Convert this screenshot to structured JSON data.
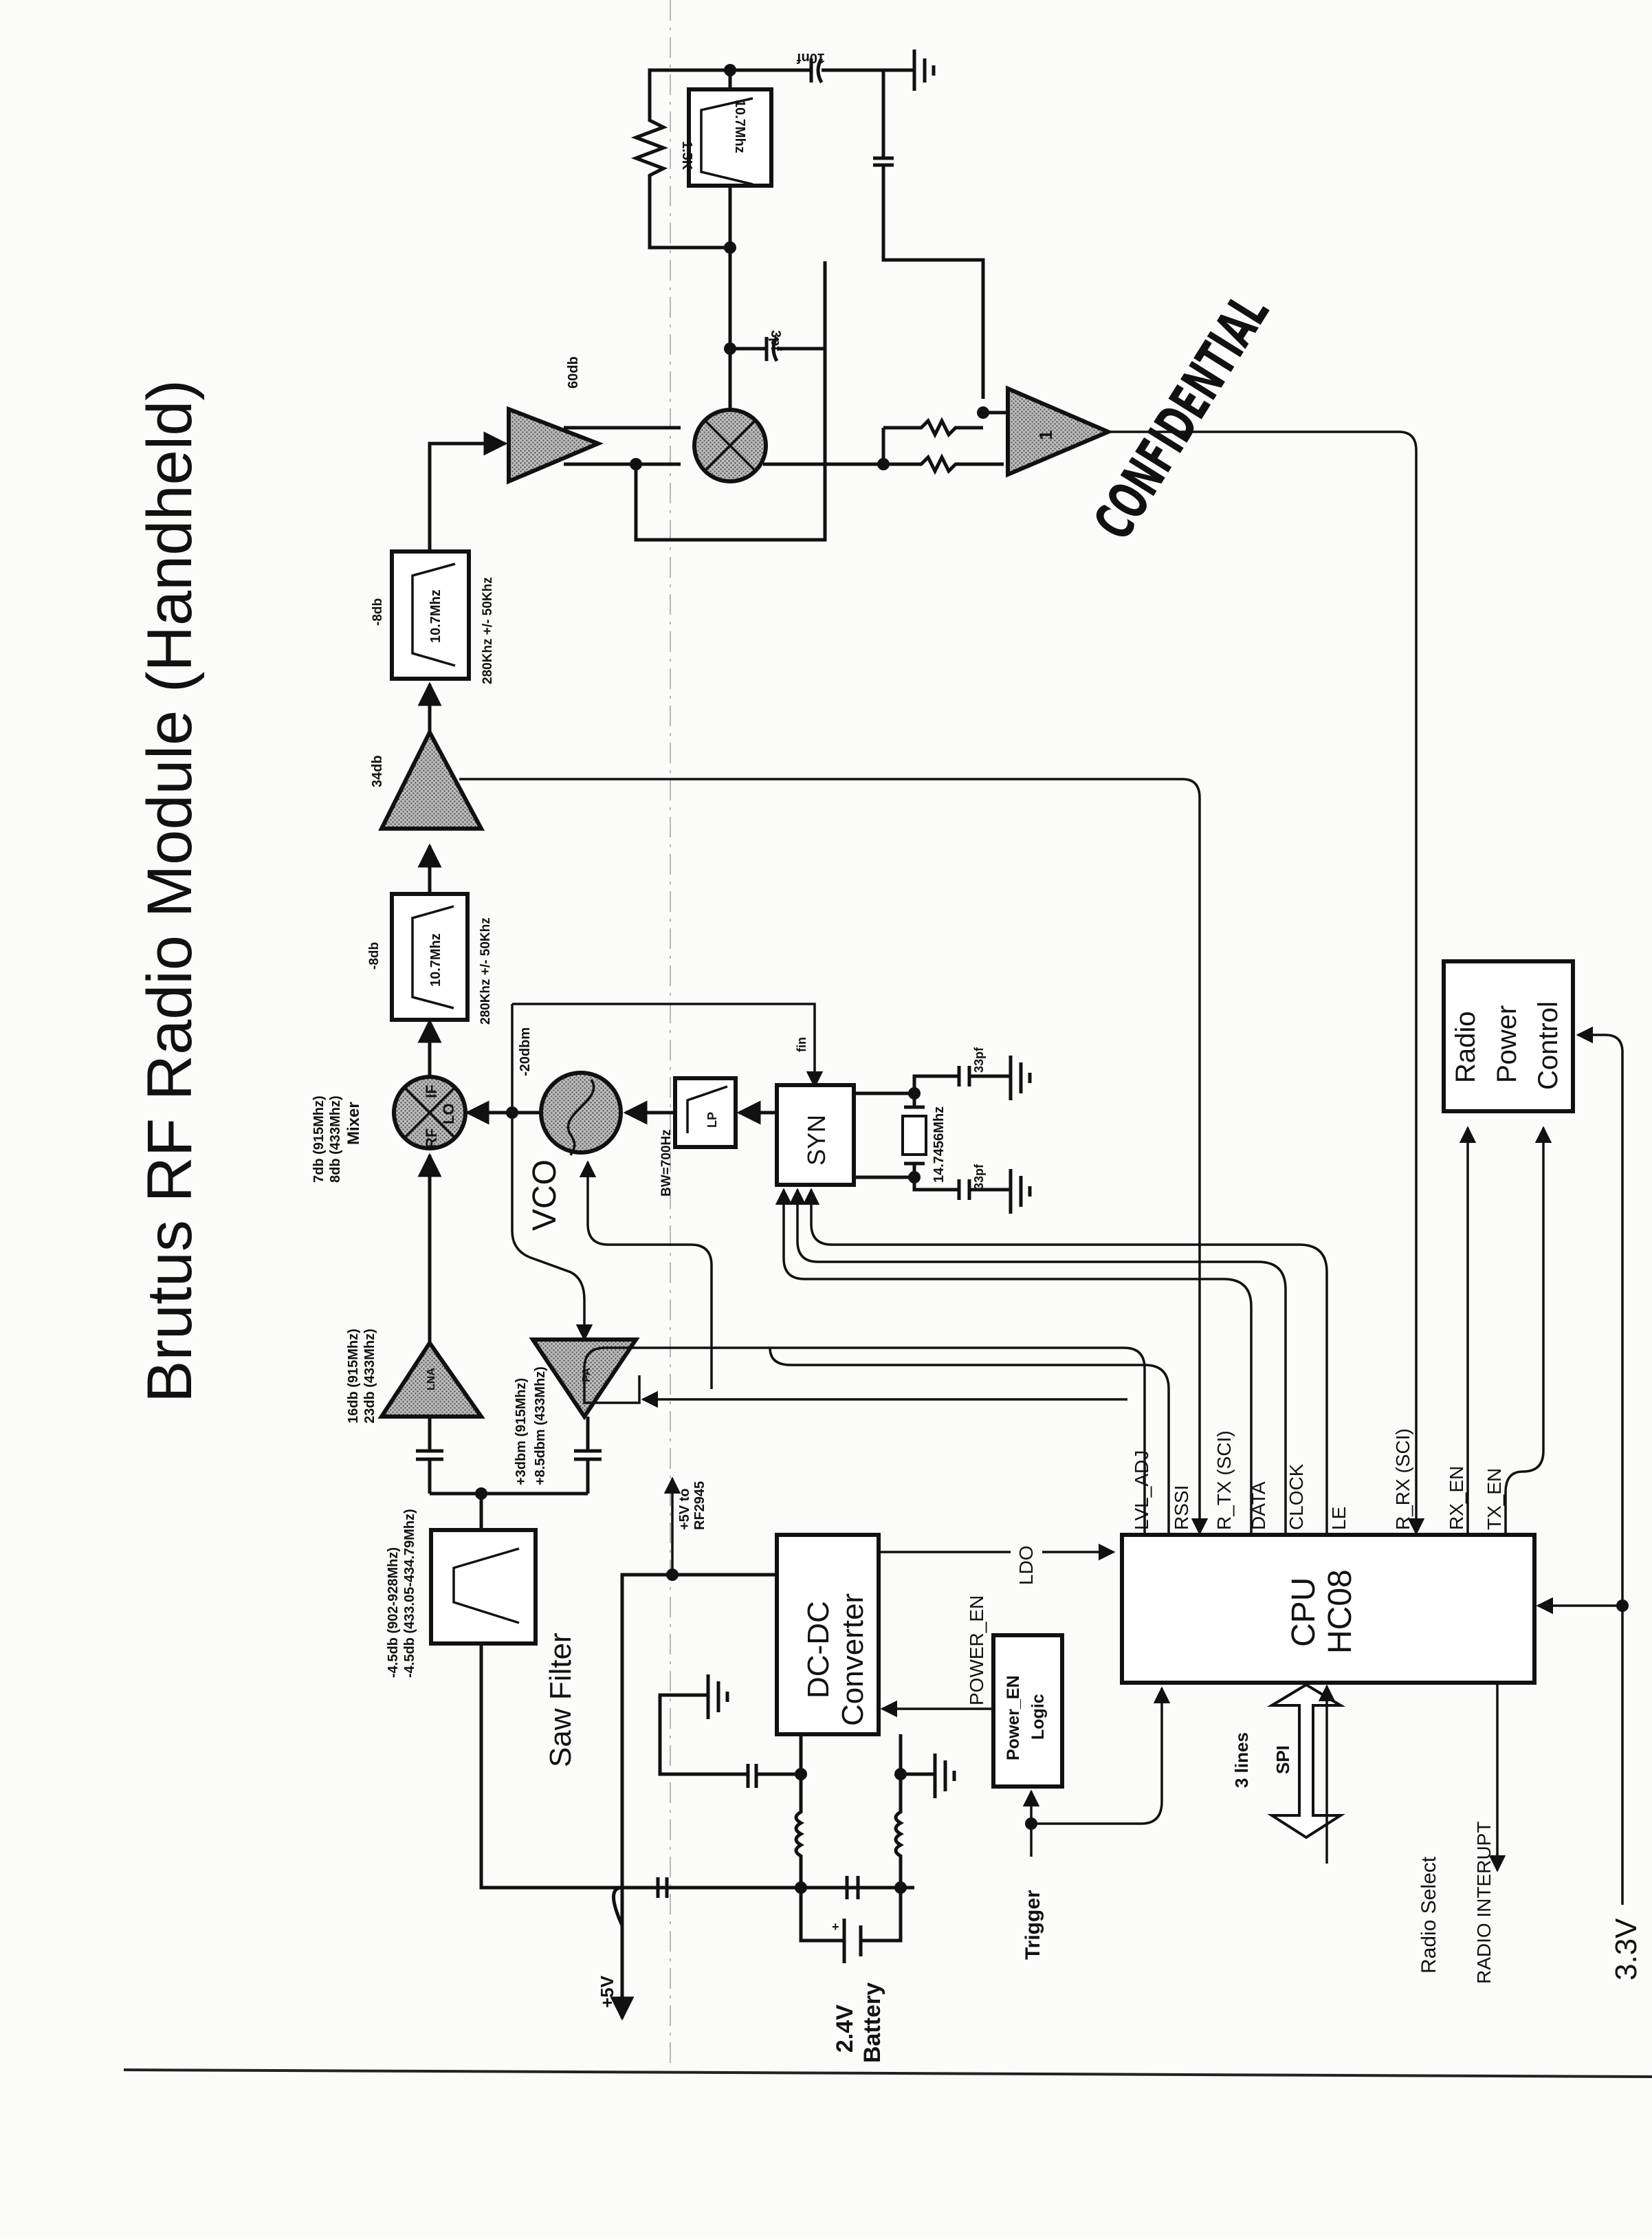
{
  "title": "Brutus RF Radio Module (Handheld)",
  "stamp": "CONFIDENTIAL",
  "receive_chain": {
    "saw_filter": {
      "label": "Saw Filter",
      "spec_1": "-4.5db (902-928Mhz)",
      "spec_2": "-4.5db (433.05-434.79Mhz)"
    },
    "lna": {
      "label": "LNA",
      "spec_1": "16db (915Mhz)",
      "spec_2": "23db (433Mhz)"
    },
    "pa": {
      "label": "PA",
      "spec_1": "+3dbm (915Mhz)",
      "spec_2": "+8.5dbm (433Mhz)"
    },
    "mixer": {
      "label": "Mixer",
      "spec_1": "7db (915Mhz)",
      "spec_2": "8db (433Mhz)",
      "port_rf": "RF",
      "port_if": "IF",
      "port_lo": "LO"
    },
    "if_filter_1": {
      "center": "10.7Mhz",
      "loss": "-8db",
      "bandwidth": "280Khz +/- 50Khz"
    },
    "if_amp": {
      "gain": "34db"
    },
    "if_filter_2": {
      "center": "10.7Mhz",
      "loss": "-8db",
      "bandwidth": "280Khz +/- 50Khz"
    },
    "limiter": {
      "gain": "60db"
    },
    "discriminator_filter": {
      "center": "10.7Mhz"
    },
    "resistor": {
      "value": "1.5K"
    },
    "cap_3pf": {
      "value": "3pf"
    },
    "cap_10nf": {
      "value": "10nf"
    },
    "comparator": {
      "label": "1"
    }
  },
  "synth": {
    "vco_label": "VCO",
    "vco_level": "-20dbm",
    "loop_filter": {
      "label": "LP",
      "bandwidth": "BW=700Hz"
    },
    "syn_label": "SYN",
    "fin_label": "fin",
    "crystal": "14.7456Mhz",
    "cap_a": "33pf",
    "cap_b": "33pf"
  },
  "power": {
    "dcdc_line1": "DC-DC",
    "dcdc_line2": "Converter",
    "plus5v_rf": "+5V to RF2945",
    "plus5v_rf_1": "+5V to",
    "plus5v_rf_2": "RF2945",
    "plus5v": "+5V",
    "battery_1": "2.4V",
    "battery_2": "Battery",
    "battery_plus": "+",
    "power_en": "POWER_EN",
    "ldo": "LDO",
    "power_en_logic_1": "Power_EN",
    "power_en_logic_2": "Logic",
    "trigger": "Trigger",
    "v33": "3.3V"
  },
  "cpu": {
    "line1": "CPU",
    "line2": "HC08",
    "pins": [
      "LVL_ADJ",
      "RSSI",
      "R_TX (SCI)",
      "DATA",
      "CLOCK",
      "LE",
      "R_RX (SCI)",
      "RX_EN",
      "TX_EN"
    ],
    "spi_lines": "3 lines",
    "spi": "SPI",
    "radio_select": "Radio Select",
    "radio_interrupt": "RADIO INTERUPT"
  },
  "radio_power_control": {
    "line1": "Radio",
    "line2": "Power",
    "line3": "Control"
  }
}
